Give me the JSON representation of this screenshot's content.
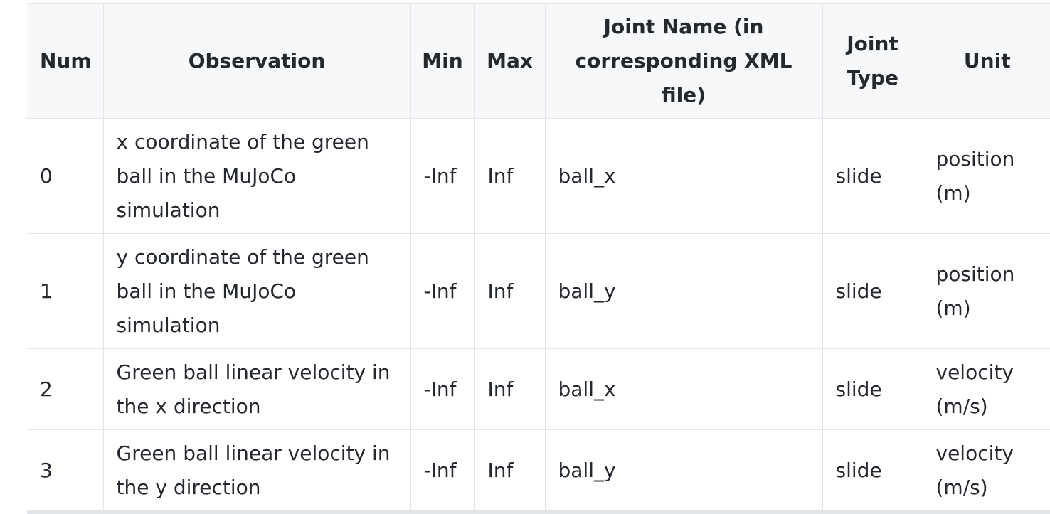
{
  "table": {
    "headers": {
      "num": "Num",
      "observation": "Observation",
      "min": "Min",
      "max": "Max",
      "joint_name": "Joint Name (in corresponding XML file)",
      "joint_type": "Joint Type",
      "unit": "Unit"
    },
    "rows": [
      {
        "num": "0",
        "observation": "x coordinate of the green ball in the MuJoCo simulation",
        "min": "-Inf",
        "max": "Inf",
        "joint_name": "ball_x",
        "joint_type": "slide",
        "unit": "position (m)"
      },
      {
        "num": "1",
        "observation": "y coordinate of the green ball in the MuJoCo simulation",
        "min": "-Inf",
        "max": "Inf",
        "joint_name": "ball_y",
        "joint_type": "slide",
        "unit": "position (m)"
      },
      {
        "num": "2",
        "observation": "Green ball linear velocity in the x direction",
        "min": "-Inf",
        "max": "Inf",
        "joint_name": "ball_x",
        "joint_type": "slide",
        "unit": "velocity (m/s)"
      },
      {
        "num": "3",
        "observation": "Green ball linear velocity in the y direction",
        "min": "-Inf",
        "max": "Inf",
        "joint_name": "ball_y",
        "joint_type": "slide",
        "unit": "velocity (m/s)"
      }
    ]
  }
}
